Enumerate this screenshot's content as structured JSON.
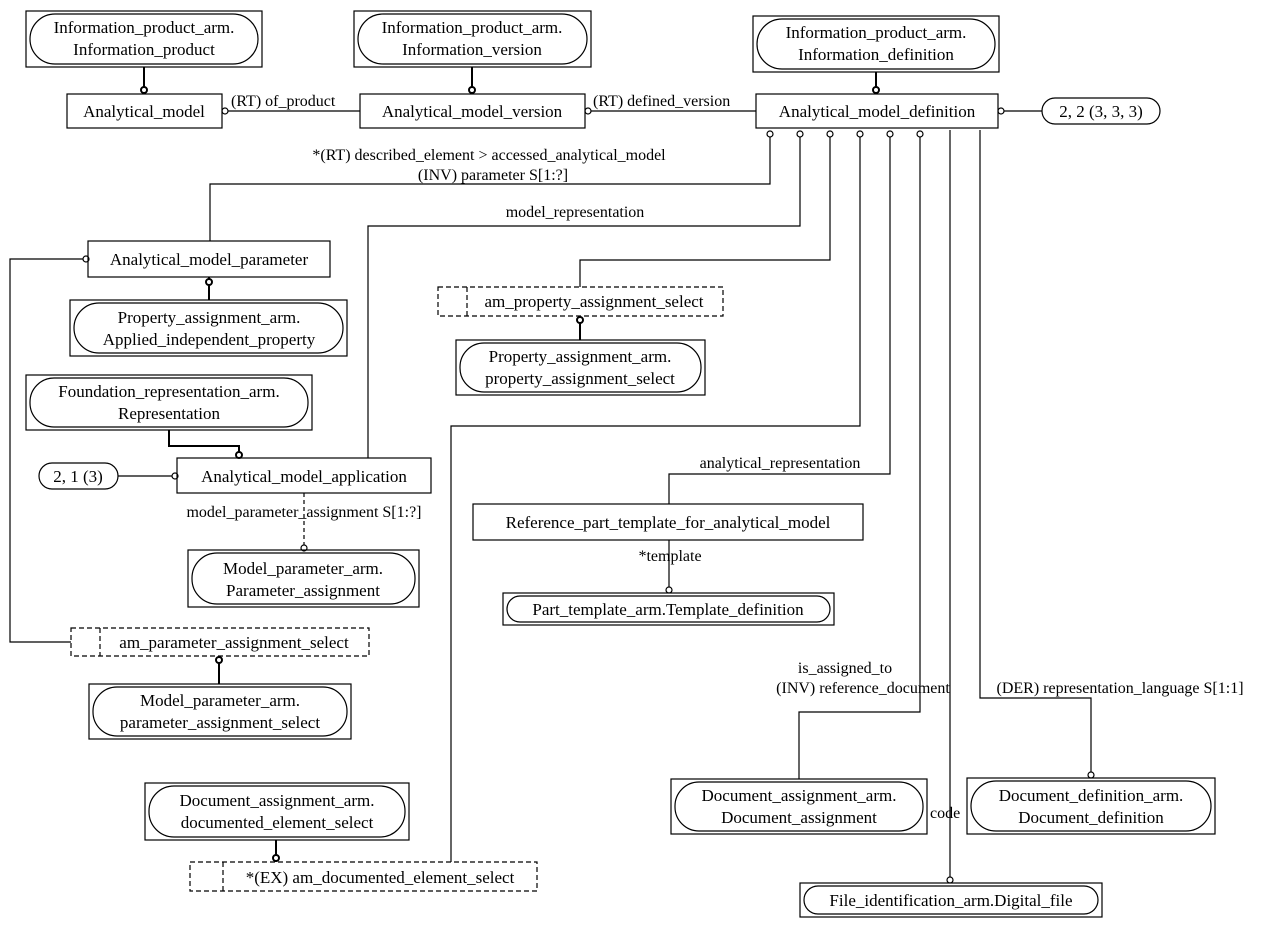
{
  "entities": {
    "ipa_product": [
      "Information_product_arm.",
      "Information_product"
    ],
    "ipa_version": [
      "Information_product_arm.",
      "Information_version"
    ],
    "ipa_definition": [
      "Information_product_arm.",
      "Information_definition"
    ],
    "analytical_model": "Analytical_model",
    "analytical_model_version": "Analytical_model_version",
    "analytical_model_definition": "Analytical_model_definition",
    "analytical_model_parameter": "Analytical_model_parameter",
    "pa_applied_independent": [
      "Property_assignment_arm.",
      "Applied_independent_property"
    ],
    "am_property_assignment_select": "am_property_assignment_select",
    "pa_property_assignment_select": [
      "Property_assignment_arm.",
      "property_assignment_select"
    ],
    "fr_representation": [
      "Foundation_representation_arm.",
      "Representation"
    ],
    "analytical_model_application": "Analytical_model_application",
    "mp_parameter_assignment": [
      "Model_parameter_arm.",
      "Parameter_assignment"
    ],
    "am_parameter_assignment_select": "am_parameter_assignment_select",
    "mp_parameter_assignment_select": [
      "Model_parameter_arm.",
      "parameter_assignment_select"
    ],
    "reference_part_template": "Reference_part_template_for_analytical_model",
    "pt_template_definition": "Part_template_arm.Template_definition",
    "da_documented_element_select": [
      "Document_assignment_arm.",
      "documented_element_select"
    ],
    "am_documented_element_select": "*(EX) am_documented_element_select",
    "da_document_assignment": [
      "Document_assignment_arm.",
      "Document_assignment"
    ],
    "dd_document_definition": [
      "Document_definition_arm.",
      "Document_definition"
    ],
    "fi_digital_file": "File_identification_arm.Digital_file"
  },
  "page_refs": {
    "ref_definition": "2, 2 (3, 3, 3)",
    "ref_application": "2, 1 (3)"
  },
  "relations": {
    "of_product": "(RT) of_product",
    "defined_version": "(RT) defined_version",
    "described_element": "*(RT) described_element > accessed_analytical_model",
    "inv_parameter": "(INV) parameter S[1:?]",
    "model_representation": "model_representation",
    "analytical_representation": "analytical_representation",
    "model_parameter_assignment": "model_parameter_assignment S[1:?]",
    "template": "*template",
    "is_assigned_to": "is_assigned_to",
    "inv_reference_document": "(INV) reference_document",
    "der_representation_language": "(DER) representation_language S[1:1]",
    "code": "code"
  }
}
